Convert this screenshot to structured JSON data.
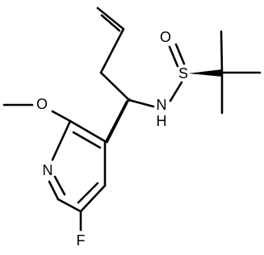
{
  "diagram": {
    "kind": "chemical-structure",
    "colors": {
      "bond": "#000000",
      "label": "#000000",
      "background": "#ffffff"
    },
    "atom_labels": {
      "oxygen_sulfinyl": "O",
      "sulfur": "S",
      "nitrogen_amine": "N",
      "hydrogen_amine": "H",
      "oxygen_methoxy": "O",
      "nitrogen_ring": "N",
      "fluorine": "F"
    }
  }
}
